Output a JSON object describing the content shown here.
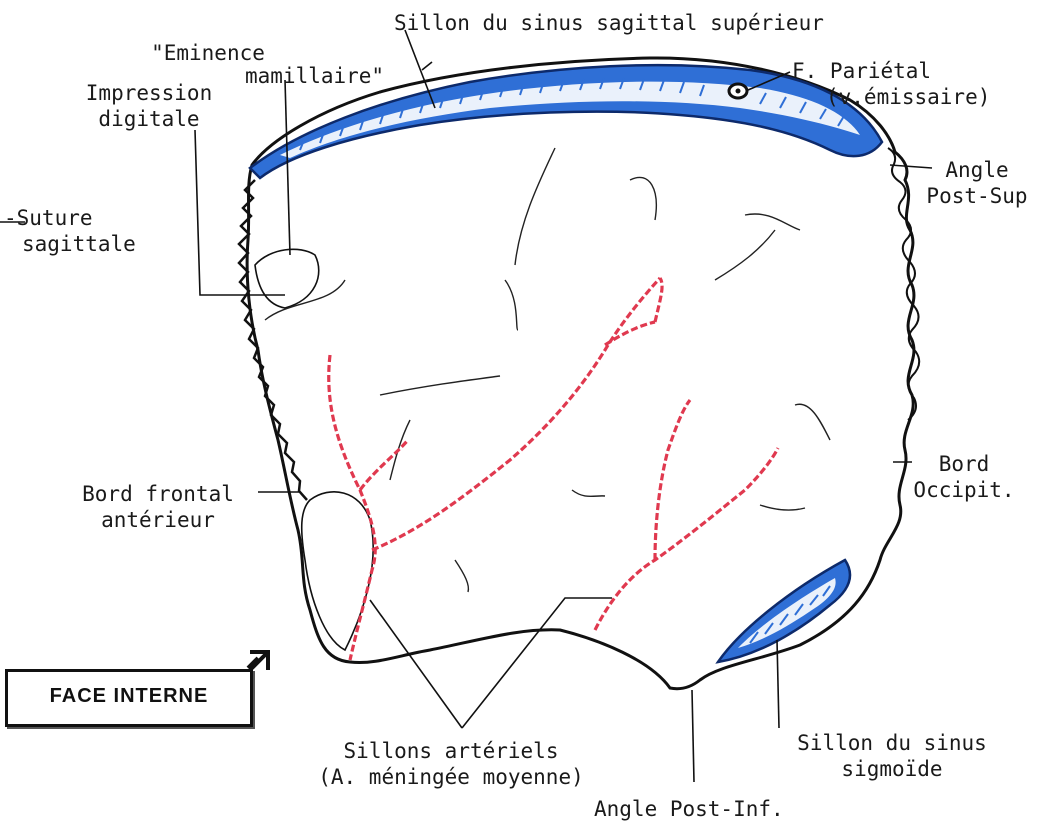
{
  "labels": {
    "sinus_sagittal": "Sillon du sinus sagittal supérieur",
    "eminence_1": "\"Eminence",
    "eminence_2": "mamillaire\"",
    "impression_1": "Impression",
    "impression_2": "digitale",
    "foramen_1": "F. Pariétal",
    "foramen_2": "(v.émissaire)",
    "suture_1": "-Suture",
    "suture_2": "sagittale",
    "angle_ps_1": "Angle",
    "angle_ps_2": "Post-Sup",
    "bord_occ_1": "Bord",
    "bord_occ_2": "Occipit.",
    "bord_front_1": "Bord frontal",
    "bord_front_2": "antérieur",
    "sillons_1": "Sillons artériels",
    "sillons_2": "(A. méningée moyenne)",
    "sigmoide_1": "Sillon du sinus",
    "sigmoide_2": "sigmoïde",
    "angle_pi": "Angle Post-Inf."
  },
  "face": {
    "label": "FACE INTERNE"
  },
  "colors": {
    "outline": "#111111",
    "sinus_fill": "#2f6fd6",
    "sinus_light": "#ffffff",
    "artery": "#e0394f",
    "text": "#1a1a1a"
  }
}
